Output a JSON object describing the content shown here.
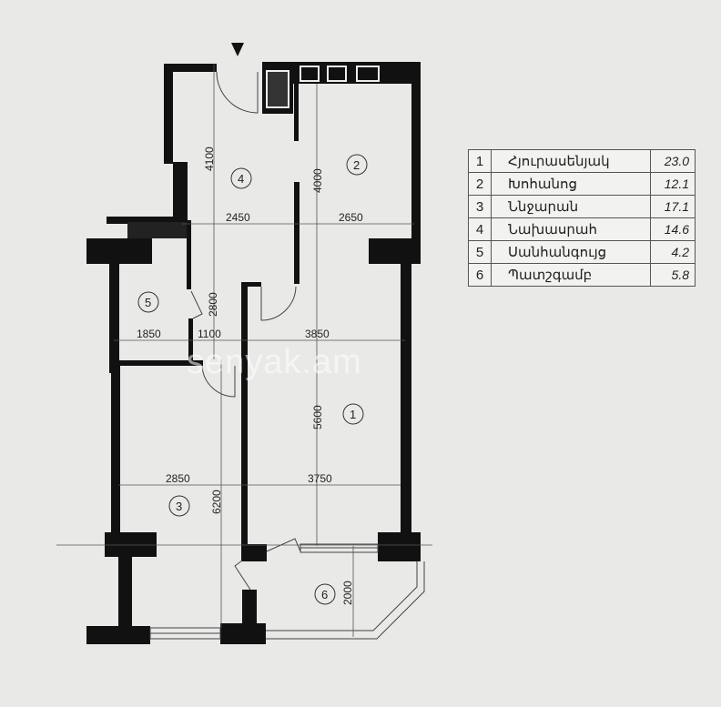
{
  "plan": {
    "dimensions": [
      "4100",
      "4000",
      "2450",
      "2650",
      "2800",
      "1850",
      "1100",
      "3850",
      "5600",
      "2850",
      "3750",
      "6200",
      "2000"
    ],
    "room_numbers": [
      "1",
      "2",
      "3",
      "4",
      "5",
      "6"
    ]
  },
  "legend": {
    "rows": [
      {
        "number": "1",
        "name": "Հյուրասենյակ",
        "area": "23.0"
      },
      {
        "number": "2",
        "name": "Խոհանոց",
        "area": "12.1"
      },
      {
        "number": "3",
        "name": "Ննջարան",
        "area": "17.1"
      },
      {
        "number": "4",
        "name": "Նախասրահ",
        "area": "14.6"
      },
      {
        "number": "5",
        "name": "Սանհանգույց",
        "area": "4.2"
      },
      {
        "number": "6",
        "name": "Պատշգամբ",
        "area": "5.8"
      }
    ]
  },
  "watermark": "senyak.am",
  "colors": {
    "wall": "#111111",
    "paper": "#e9e9e7"
  }
}
